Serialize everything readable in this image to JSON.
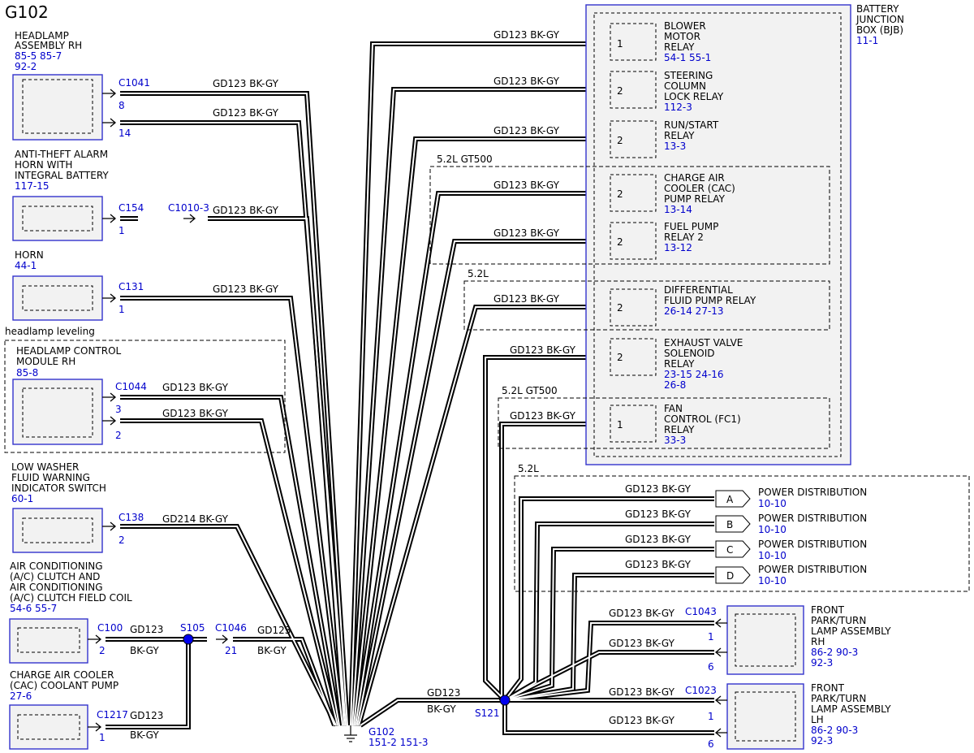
{
  "page_title": "G102",
  "wire_label": "GD123  BK-GY",
  "wire_label_2": "GD214  BK-GY",
  "wire_short_a": "GD123",
  "wire_short_b": "BK-GY",
  "wire_label_bjb": "GD123 BK-GY",
  "left_components": {
    "headlamp_rh": {
      "lines": [
        "HEADLAMP",
        "ASSEMBLY RH"
      ],
      "refs": [
        "85-5  85-7",
        "92-2"
      ],
      "connector": "C1041",
      "pins": [
        "8",
        "14"
      ]
    },
    "anti_theft": {
      "lines": [
        "ANTI-THEFT ALARM",
        "HORN WITH",
        "INTEGRAL BATTERY"
      ],
      "refs": [
        "117-15"
      ],
      "connector": "C154",
      "pin": "1",
      "inline": "C1010-3"
    },
    "horn": {
      "lines": [
        "HORN"
      ],
      "refs": [
        "44-1"
      ],
      "connector": "C131",
      "pin": "1"
    },
    "headlamp_leveling": {
      "option": "headlamp leveling",
      "lines": [
        "HEADLAMP CONTROL",
        "MODULE RH"
      ],
      "refs": [
        "85-8"
      ],
      "connector": "C1044",
      "pins": [
        "3",
        "2"
      ]
    },
    "washer": {
      "lines": [
        "LOW WASHER",
        "FLUID WARNING",
        "INDICATOR SWITCH"
      ],
      "refs": [
        "60-1"
      ],
      "connector": "C138",
      "pin": "2"
    },
    "ac_clutch": {
      "lines": [
        "AIR CONDITIONING",
        "(A/C) CLUTCH AND",
        "AIR CONDITIONING",
        "(A/C) CLUTCH FIELD COIL"
      ],
      "refs": [
        "54-6  55-7"
      ],
      "connector": "C100",
      "pin": "2",
      "splice": "S105",
      "inline": "C1046",
      "inline_pin": "21"
    },
    "cac_pump": {
      "lines": [
        "CHARGE AIR COOLER",
        "(CAC) COOLANT PUMP"
      ],
      "refs": [
        "27-6"
      ],
      "connector": "C1217",
      "pin": "1"
    }
  },
  "ground": {
    "name": "G102",
    "refs": "151-2  151-3"
  },
  "splice_s121": "S121",
  "bjb": {
    "lines": [
      "BATTERY",
      "JUNCTION",
      "BOX (BJB)"
    ],
    "ref": "11-1",
    "relays": [
      {
        "pin": "1",
        "lines": [
          "BLOWER",
          "MOTOR",
          "RELAY"
        ],
        "refs": [
          "54-1  55-1"
        ]
      },
      {
        "pin": "2",
        "lines": [
          "STEERING",
          "COLUMN",
          "LOCK RELAY"
        ],
        "refs": [
          "112-3"
        ]
      },
      {
        "pin": "2",
        "lines": [
          "RUN/START",
          "RELAY"
        ],
        "refs": [
          "13-3"
        ]
      },
      {
        "pin": "2",
        "lines": [
          "CHARGE AIR",
          "COOLER (CAC)",
          "PUMP RELAY"
        ],
        "refs": [
          "13-14"
        ]
      },
      {
        "pin": "2",
        "lines": [
          "FUEL PUMP",
          "RELAY 2"
        ],
        "refs": [
          "13-12"
        ]
      },
      {
        "pin": "2",
        "lines": [
          "DIFFERENTIAL",
          "FLUID PUMP RELAY"
        ],
        "refs": [
          "26-14 27-13"
        ]
      },
      {
        "pin": "2",
        "lines": [
          "EXHAUST VALVE",
          "SOLENOID",
          "RELAY"
        ],
        "refs": [
          "23-15 24-16",
          "26-8"
        ]
      },
      {
        "pin": "1",
        "lines": [
          "FAN",
          "CONTROL (FC1)",
          "RELAY"
        ],
        "refs": [
          "33-3"
        ]
      }
    ]
  },
  "options": {
    "gt500_a": "5.2L GT500",
    "l52_a": "5.2L",
    "gt500_b": "5.2L GT500",
    "l52_b": "5.2L"
  },
  "power_dist": [
    {
      "letter": "A",
      "label": "POWER DISTRIBUTION",
      "ref": "10-10"
    },
    {
      "letter": "B",
      "label": "POWER DISTRIBUTION",
      "ref": "10-10"
    },
    {
      "letter": "C",
      "label": "POWER DISTRIBUTION",
      "ref": "10-10"
    },
    {
      "letter": "D",
      "label": "POWER DISTRIBUTION",
      "ref": "10-10"
    }
  ],
  "front_rh": {
    "lines": [
      "FRONT",
      "PARK/TURN",
      "LAMP ASSEMBLY",
      "RH"
    ],
    "refs": [
      "86-2  90-3",
      "92-3"
    ],
    "connector": "C1043",
    "pins": [
      "1",
      "6"
    ]
  },
  "front_lh": {
    "lines": [
      "FRONT",
      "PARK/TURN",
      "LAMP ASSEMBLY",
      "LH"
    ],
    "refs": [
      "86-2  90-3",
      "92-3"
    ],
    "connector": "C1023",
    "pins": [
      "1",
      "6"
    ]
  }
}
